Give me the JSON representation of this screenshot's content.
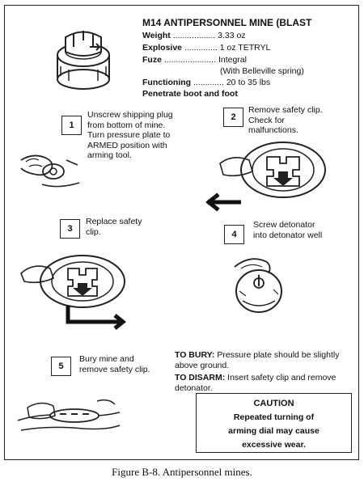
{
  "spec": {
    "title": "M14 ANTIPERSONNEL MINE (BLAST",
    "rows": [
      {
        "label": "Weight",
        "dots": " .................. ",
        "value": "3.33 oz"
      },
      {
        "label": "Explosive",
        "dots": " .............. ",
        "value": "1 oz TETRYL"
      },
      {
        "label": "Fuze",
        "dots": " ...................... ",
        "value": "Integral"
      }
    ],
    "fuze_note": "(With Belleville spring)",
    "functioning": {
      "label": "Functioning",
      "dots": " ............. ",
      "value": "20 to 35 lbs"
    },
    "penetrate": "Penetrate boot and foot"
  },
  "steps": [
    {
      "num": "1",
      "lines": [
        "Unscrew shipping plug",
        "from bottom of mine.",
        "Turn pressure plate to",
        "ARMED position with",
        "arming tool."
      ]
    },
    {
      "num": "2",
      "lines": [
        "Remove safety clip.",
        "Check for",
        "malfunctions."
      ]
    },
    {
      "num": "3",
      "lines": [
        "Replace safety",
        "clip."
      ]
    },
    {
      "num": "4",
      "lines": [
        "Screw detonator",
        "into detonator well"
      ]
    },
    {
      "num": "5",
      "lines": [
        "Bury mine and",
        "remove safety clip."
      ]
    }
  ],
  "notes": {
    "bury_label": "TO BURY:",
    "bury_text": "Pressure plate should be slightly",
    "bury_text2": "above ground.",
    "disarm_label": "TO DISARM:",
    "disarm_text": "Insert safety clip and remove",
    "disarm_text2": "detonator."
  },
  "caution": {
    "title": "CAUTION",
    "lines": [
      "Repeated turning of",
      "arming dial may cause",
      "excessive wear."
    ]
  },
  "caption": "Figure B-8. Antipersonnel mines."
}
